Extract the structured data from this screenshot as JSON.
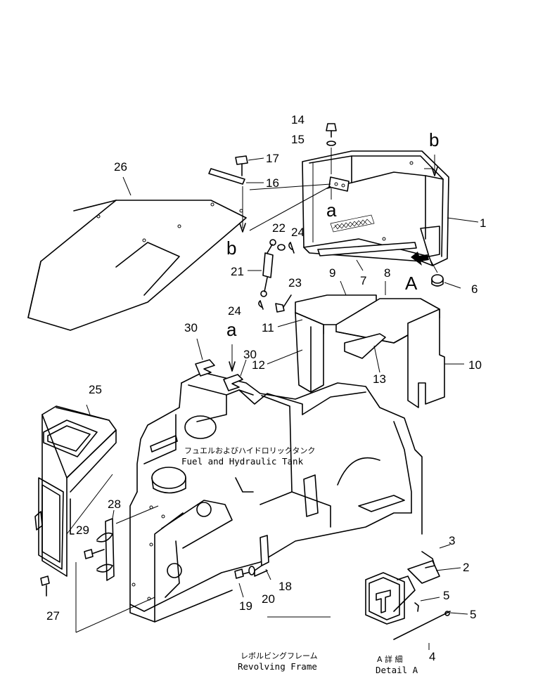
{
  "parts": [
    {
      "number": "1"
    },
    {
      "number": "2"
    },
    {
      "number": "3"
    },
    {
      "number": "4"
    },
    {
      "number": "5"
    },
    {
      "number": "5"
    },
    {
      "number": "6"
    },
    {
      "number": "7"
    },
    {
      "number": "8"
    },
    {
      "number": "9"
    },
    {
      "number": "10"
    },
    {
      "number": "11"
    },
    {
      "number": "12"
    },
    {
      "number": "13"
    },
    {
      "number": "14"
    },
    {
      "number": "15"
    },
    {
      "number": "16"
    },
    {
      "number": "17"
    },
    {
      "number": "18"
    },
    {
      "number": "19"
    },
    {
      "number": "20"
    },
    {
      "number": "21"
    },
    {
      "number": "22"
    },
    {
      "number": "23"
    },
    {
      "number": "24"
    },
    {
      "number": "24"
    },
    {
      "number": "25"
    },
    {
      "number": "26"
    },
    {
      "number": "27"
    },
    {
      "number": "28"
    },
    {
      "number": "29"
    },
    {
      "number": "30"
    },
    {
      "number": "30"
    }
  ],
  "reference_marks": {
    "a_top": "a",
    "a_mid": "a",
    "b_top": "b",
    "b_left": "b",
    "A_view": "A"
  },
  "labels": {
    "fuel_tank_jp": "フュエルおよびハイドロリックタンク",
    "fuel_tank_en": "Fuel and Hydraulic Tank",
    "frame_jp": "レボルビングフレーム",
    "frame_en": "Revolving Frame",
    "detail_jp": "A 詳 細",
    "detail_en": "Detail A"
  }
}
